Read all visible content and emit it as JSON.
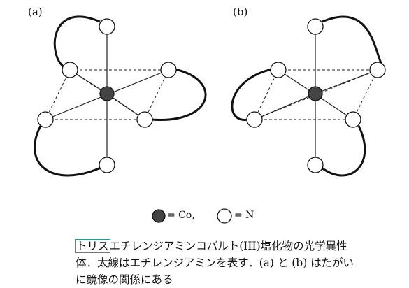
{
  "panels": {
    "a": {
      "label": "(a)"
    },
    "b": {
      "label": "(b)"
    }
  },
  "legend": {
    "co_text": "= Co,",
    "n_text": "= N"
  },
  "caption": {
    "highlight": "トリス",
    "line1_rest": "エチレンジアミンコバルト(III)塩化物の光学異性",
    "line2": "体．太線はエチレンジアミンを表す．(a) と (b) はたがい",
    "line3": "に鏡像の関係にある"
  },
  "colors": {
    "cobalt_fill": "#444444",
    "nitrogen_fill": "#ffffff",
    "highlight_box": "#2a9a9a"
  }
}
